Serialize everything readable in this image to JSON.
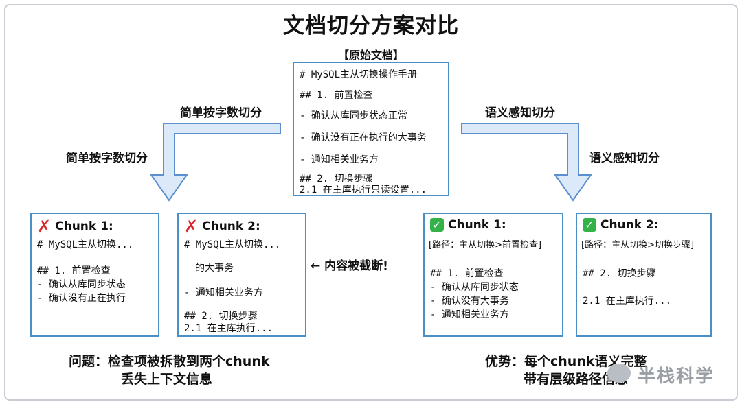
{
  "title": "文档切分方案对比",
  "source": {
    "label": "【原始文档】",
    "lines": [
      "# MySQL主从切换操作手册",
      "## 1. 前置检查",
      "- 确认从库同步状态正常",
      "- 确认没有正在执行的大事务",
      "- 通知相关业务方",
      "## 2. 切换步骤",
      "2.1 在主库执行只读设置..."
    ]
  },
  "left_method": {
    "label_top": "简单按字数切分",
    "label_side": "简单按字数切分"
  },
  "right_method": {
    "label_top": "语义感知切分",
    "label_side": "语义感知切分"
  },
  "left_chunks": [
    {
      "status": "bad",
      "title": "Chunk 1:",
      "lines": [
        "# MySQL主从切换...",
        "## 1. 前置检查",
        "- 确认从库同步状态",
        "- 确认没有正在执行"
      ]
    },
    {
      "status": "bad",
      "title": "Chunk 2:",
      "lines": [
        "# MySQL主从切换...",
        "的大事务",
        "- 通知相关业务方",
        "## 2. 切换步骤",
        "2.1 在主库执行..."
      ]
    }
  ],
  "truncated_note": "← 内容被截断!",
  "right_chunks": [
    {
      "status": "good",
      "title": "Chunk 1:",
      "path": "[路径：主从切换>前置检查]",
      "lines": [
        "## 1. 前置检查",
        "- 确认从库同步状态",
        "- 确认没有大事务",
        "- 通知相关业务方"
      ]
    },
    {
      "status": "good",
      "title": "Chunk 2:",
      "path": "[路径：主从切换>切换步骤]",
      "lines": [
        "## 2. 切换步骤",
        "2.1 在主库执行..."
      ]
    }
  ],
  "problem": {
    "line1": "问题：检查项被拆散到两个chunk",
    "line2": "丢失上下文信息"
  },
  "advantage": {
    "line1": "优势：每个chunk语义完整",
    "line2": "带有层级路径信息"
  },
  "watermark": "半栈科学",
  "colors": {
    "box_border": "#4a90c8",
    "arrow_fill": "#dce9f8",
    "arrow_stroke": "#5b8fd0",
    "bad": "#d9262b",
    "good": "#34b24a"
  }
}
